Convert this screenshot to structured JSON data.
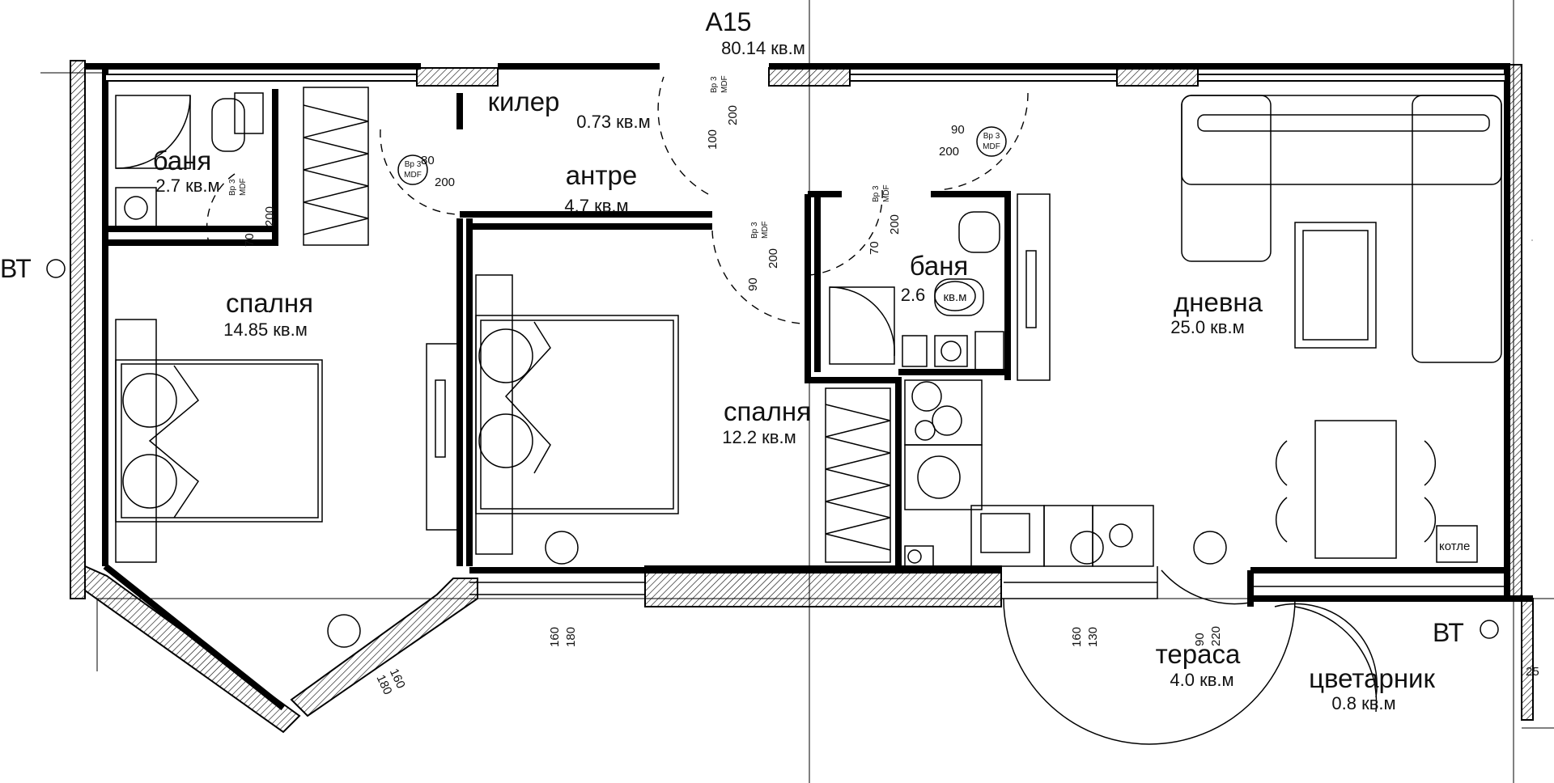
{
  "unit_title": "А15",
  "unit_area": "80.14 кв.м",
  "markers": {
    "left": "ВТ",
    "right": "ВТ"
  },
  "rooms": [
    {
      "name": "баня",
      "area": "2.7 кв.м"
    },
    {
      "name": "килер",
      "area": "0.73 кв.м"
    },
    {
      "name": "антре",
      "area": "4.7 кв.м"
    },
    {
      "name": "спалня",
      "area": "14.85 кв.м"
    },
    {
      "name": "спалня",
      "area": "12.2 кв.м"
    },
    {
      "name": "баня",
      "area": "2.6",
      "area_unit": "кв.м"
    },
    {
      "name": "дневна",
      "area": "25.0 кв.м"
    },
    {
      "name": "тераса",
      "area": "4.0 кв.м"
    },
    {
      "name": "цветарник",
      "area": "0.8 кв.м"
    }
  ],
  "door_tags": [
    {
      "w": "80",
      "h": "200",
      "type": "Вр 3",
      "mat": "MDF"
    },
    {
      "w": "70",
      "h": "200",
      "type": "Вр 3",
      "mat": "MDF"
    },
    {
      "w": "100",
      "h": "200",
      "type": "Вр 3",
      "mat": "MDF"
    },
    {
      "w": "90",
      "h": "200",
      "type": "Вр 3",
      "mat": "MDF"
    },
    {
      "w": "90",
      "h": "200",
      "type": "Вр 3",
      "mat": "MDF"
    },
    {
      "w": "70",
      "h": "200",
      "type": "Вр 3",
      "mat": "MDF"
    }
  ],
  "window_tags": [
    {
      "a": "160",
      "b": "180"
    },
    {
      "a": "160",
      "b": "180"
    },
    {
      "a": "160",
      "b": "130"
    },
    {
      "a": "90",
      "b": "220"
    }
  ],
  "boiler_label": "котле",
  "dim_25": "25"
}
